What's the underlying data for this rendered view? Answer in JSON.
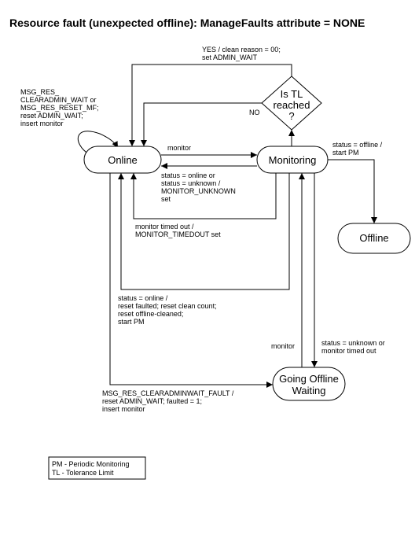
{
  "title": "Resource fault (unexpected offline): ManageFaults attribute = NONE",
  "states": {
    "online": "Online",
    "monitoring": "Monitoring",
    "offline": "Offline",
    "going_offline_waiting": [
      "Going Offline",
      "Waiting"
    ]
  },
  "decision": {
    "lines": [
      "Is TL",
      "reached",
      "?"
    ]
  },
  "transitions": {
    "online_self": [
      "MSG_RES_",
      "CLEARADMIN_WAIT or",
      "MSG_RES_RESET_MF;",
      "reset ADMIN_WAIT;",
      "insert monitor"
    ],
    "yes": [
      "YES / clean reason = 00;",
      "set ADMIN_WAIT"
    ],
    "no": "NO",
    "monitor": "monitor",
    "online_unknown": [
      "status = online or",
      "status = unknown /",
      "MONITOR_UNKNOWN",
      "set"
    ],
    "timed_out": [
      "monitor timed out /",
      "MONITOR_TIMEDOUT set"
    ],
    "status_offline": [
      "status = offline /",
      "start PM"
    ],
    "status_online": [
      "status = online /",
      "reset faulted; reset clean count;",
      "reset offline-cleaned;",
      "start PM"
    ],
    "monitor2": "monitor",
    "unknown_timedout": [
      "status = unknown or",
      "monitor timed out"
    ],
    "clearadminwait_fault": [
      "MSG_RES_CLEARADMINWAIT_FAULT /",
      "reset ADMIN_WAIT; faulted = 1;",
      "insert monitor"
    ]
  },
  "legend": [
    "PM - Periodic Monitoring",
    "TL - Tolerance Limit"
  ]
}
